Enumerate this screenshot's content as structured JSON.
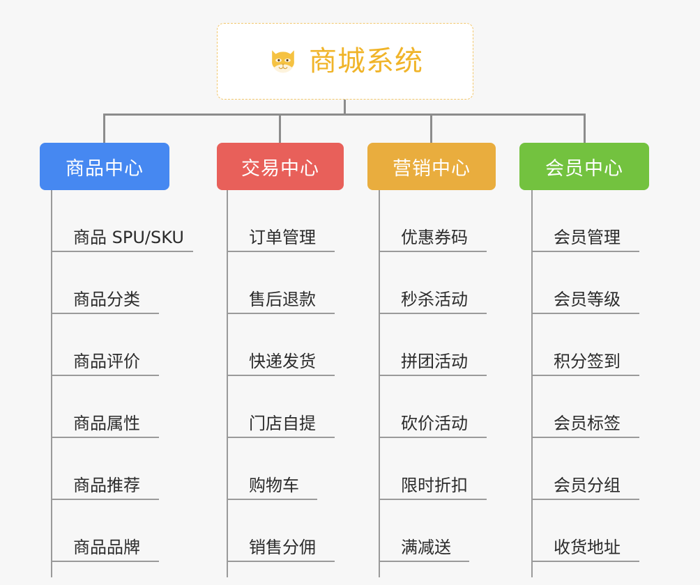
{
  "diagram": {
    "type": "org-chart",
    "background_color": "#f7f7f7",
    "root": {
      "title": "商城系统",
      "icon": "shiba-dog-face-icon",
      "text_color": "#f0b429",
      "border_color": "#f2c66a",
      "background_color": "#ffffff"
    },
    "connector_color": "#8c8c8c",
    "leaf_line_color": "#9a9a9a",
    "leaf_text_color": "#2b2b2b",
    "branches": [
      {
        "label": "商品中心",
        "color": "#4688f1",
        "items": [
          "商品 SPU/SKU",
          "商品分类",
          "商品评价",
          "商品属性",
          "商品推荐",
          "商品品牌"
        ]
      },
      {
        "label": "交易中心",
        "color": "#e8605a",
        "items": [
          "订单管理",
          "售后退款",
          "快递发货",
          "门店自提",
          "购物车",
          "销售分佣"
        ]
      },
      {
        "label": "营销中心",
        "color": "#e9ad3e",
        "items": [
          "优惠券码",
          "秒杀活动",
          "拼团活动",
          "砍价活动",
          "限时折扣",
          "满减送"
        ]
      },
      {
        "label": "会员中心",
        "color": "#73c23f",
        "items": [
          "会员管理",
          "会员等级",
          "积分签到",
          "会员标签",
          "会员分组",
          "收货地址"
        ]
      }
    ]
  }
}
